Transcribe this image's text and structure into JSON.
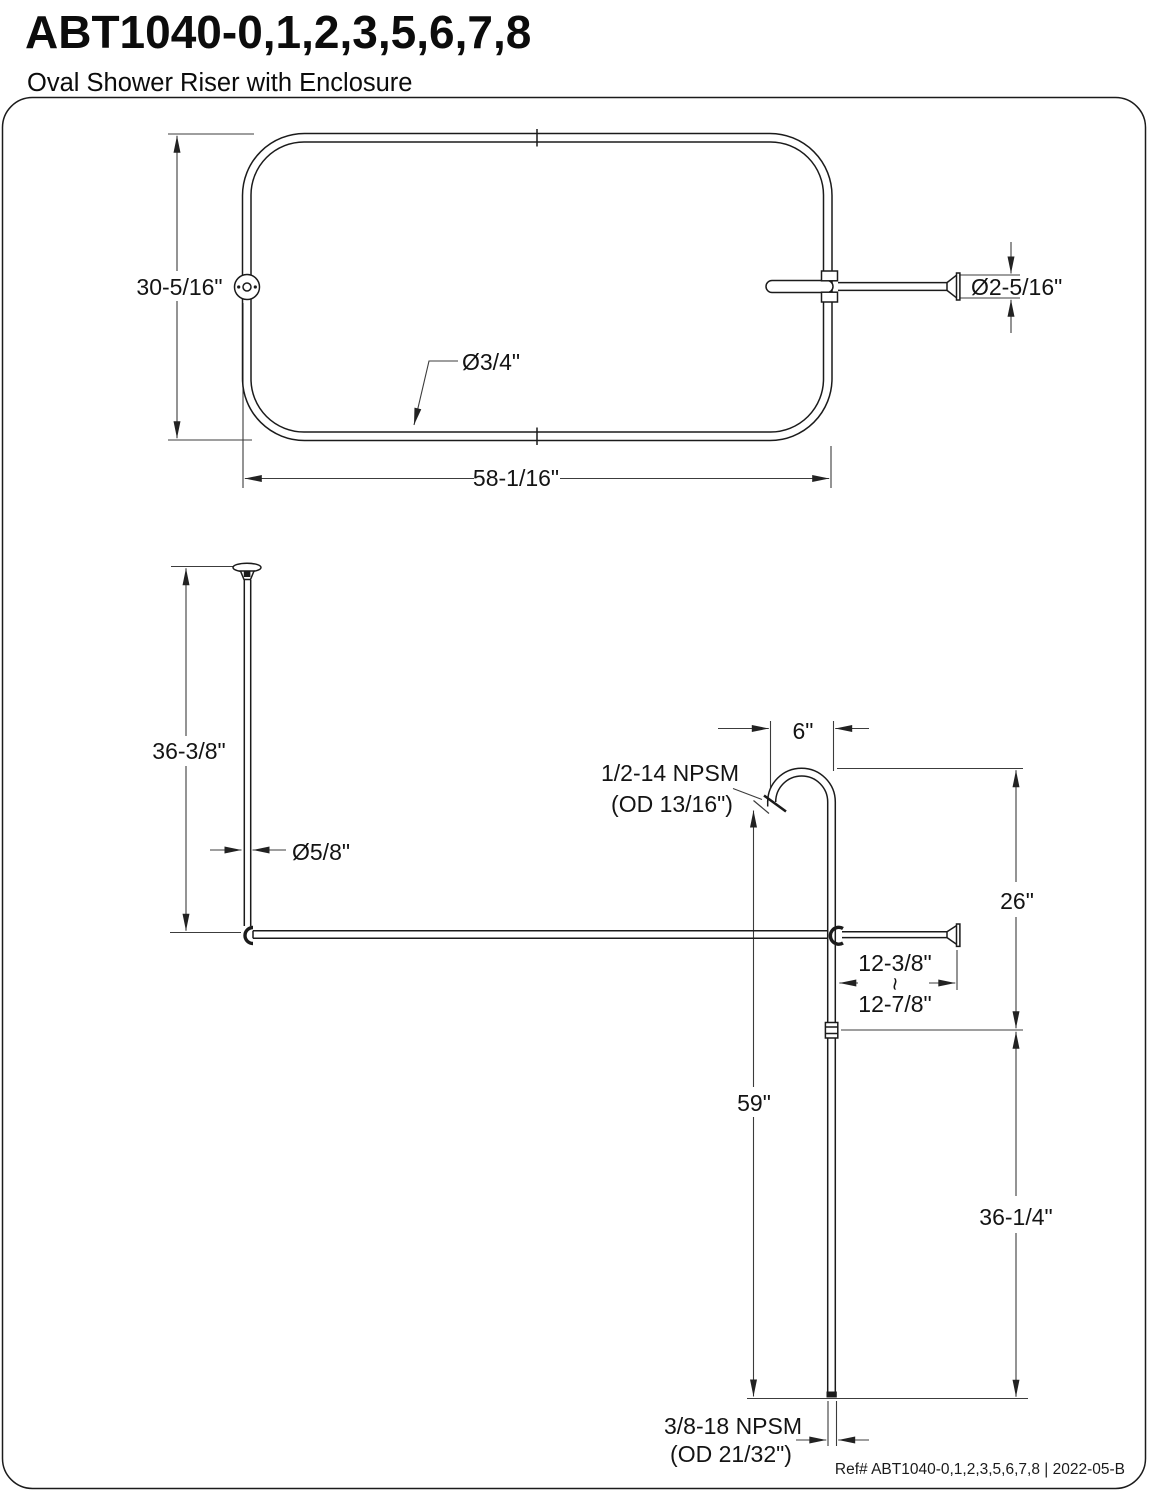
{
  "header": {
    "title": "ABT1040-0,1,2,3,5,6,7,8",
    "subtitle": "Oval Shower Riser with Enclosure"
  },
  "footer": {
    "ref": "Ref# ABT1040-0,1,2,3,5,6,7,8 | 2022-05-B"
  },
  "top_view": {
    "enclosure_depth": "30-5/16\"",
    "enclosure_width": "58-1/16\"",
    "tube_diameter": "Ø3/4\"",
    "wall_flange_diameter": "Ø2-5/16\""
  },
  "side_view": {
    "ceiling_support_length": "36-3/8\"",
    "ceiling_support_diameter": "Ø5/8\"",
    "gooseneck_offset": "6\"",
    "shower_arm_thread_line1": "1/2-14 NPSM",
    "shower_arm_thread_line2": "(OD 13/16\")",
    "gooseneck_to_coupling": "26\"",
    "wall_arm_min": "12-3/8\"",
    "wall_arm_range_tilde": "~",
    "wall_arm_max": "12-7/8\"",
    "riser_length": "59\"",
    "coupling_to_bottom": "36-1/4\"",
    "bottom_thread_line1": "3/8-18 NPSM",
    "bottom_thread_line2": "(OD 21/32\")"
  },
  "colors": {
    "line": "#1b1b1b",
    "dimension": "#3c3c3c",
    "background": "#ffffff"
  }
}
